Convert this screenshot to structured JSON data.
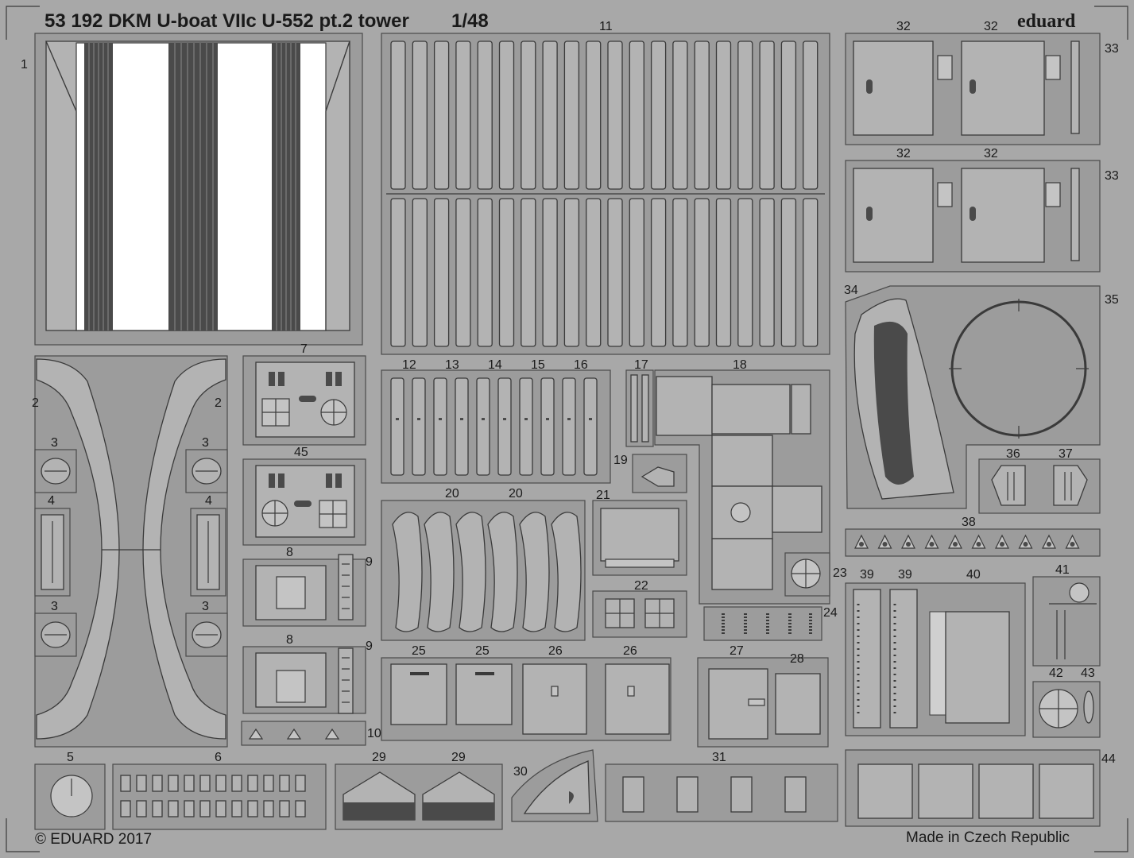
{
  "header": {
    "title": "53 192  DKM U-boat VIIc U-552 pt.2 tower",
    "scale": "1/48",
    "brand": "eduard"
  },
  "footer": {
    "copyright": "© EDUARD 2017",
    "origin": "Made in Czech Republic"
  },
  "part_numbers": {
    "p1": "1",
    "p2a": "2",
    "p2b": "2",
    "p3a": "3",
    "p3b": "3",
    "p3c": "3",
    "p3d": "3",
    "p4a": "4",
    "p4b": "4",
    "p5": "5",
    "p6": "6",
    "p7": "7",
    "p45": "45",
    "p8a": "8",
    "p8b": "8",
    "p9a": "9",
    "p9b": "9",
    "p10": "10",
    "p11": "11",
    "p12": "12",
    "p13": "13",
    "p14": "14",
    "p15": "15",
    "p16": "16",
    "p17": "17",
    "p18": "18",
    "p19": "19",
    "p20a": "20",
    "p20b": "20",
    "p21": "21",
    "p22": "22",
    "p23": "23",
    "p24": "24",
    "p25a": "25",
    "p25b": "25",
    "p26a": "26",
    "p26b": "26",
    "p27": "27",
    "p28": "28",
    "p29a": "29",
    "p29b": "29",
    "p30": "30",
    "p31": "31",
    "p32a": "32",
    "p32b": "32",
    "p32c": "32",
    "p32d": "32",
    "p33a": "33",
    "p33b": "33",
    "p34": "34",
    "p35": "35",
    "p36": "36",
    "p37": "37",
    "p38": "38",
    "p39a": "39",
    "p39b": "39",
    "p40": "40",
    "p41": "41",
    "p42": "42",
    "p43": "43",
    "p44": "44"
  },
  "colors": {
    "sheet": "#a8a8a8",
    "part": "#b3b3b3",
    "outline": "#3a3a3a",
    "dark_etch": "#4a4a4a"
  }
}
